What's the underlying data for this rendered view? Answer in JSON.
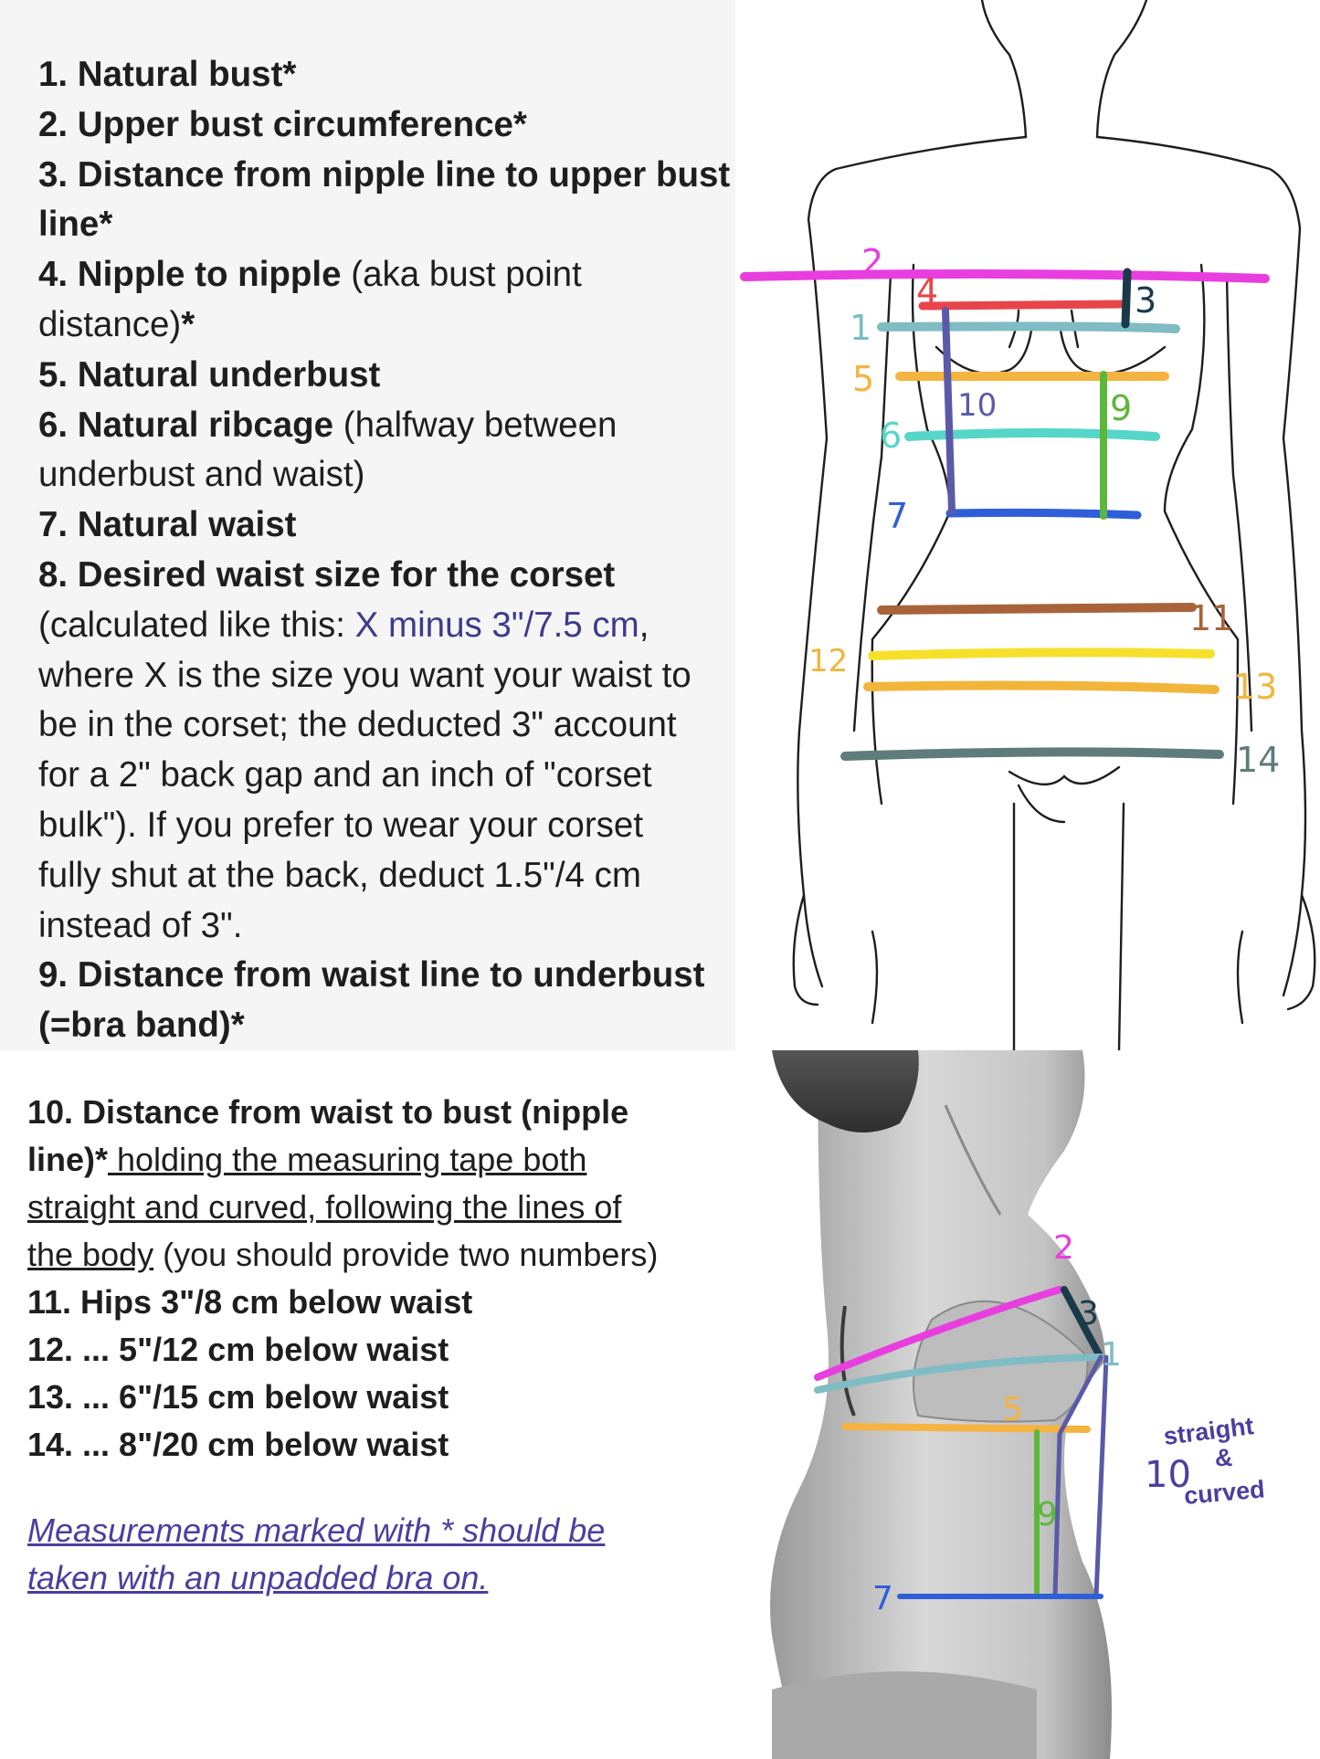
{
  "top_list": {
    "item1": "1. Natural bust*",
    "item2": "2. Upper bust circumference*",
    "item3_a": "3. Distance from nipple line to upper bust",
    "item3_b": "line*",
    "item4_bold": "4. Nipple to nipple",
    "item4_rest": " (aka bust point",
    "item4_b_rest": "distance)",
    "item4_b_star": "*",
    "item5": "5. Natural underbust",
    "item6_bold": "6. Natural ribcage",
    "item6_rest": " (halfway between",
    "item6_b": "underbust and waist)",
    "item7": "7. Natural waist",
    "item8": "8. Desired waist size for the corset",
    "item8_l2_a": "(calculated like this: ",
    "item8_l2_blue": "X minus 3\"/7.5 cm",
    "item8_l2_b": ",",
    "item8_l3": "where X is the size you want your waist to",
    "item8_l4": "be in the corset; the deducted 3\" account",
    "item8_l5": "for a 2\" back gap and an inch of \"corset",
    "item8_l6": "bulk\"). If you prefer to wear your corset",
    "item8_l7": "fully shut at the back, deduct 1.5\"/4 cm",
    "item8_l8": "instead of 3\".",
    "item9_a": "9. Distance from waist line to underbust",
    "item9_b": "(=bra band)*"
  },
  "bottom_list": {
    "item10_a": "10. Distance from waist to bust (nipple",
    "item10_b_bold": "line)*",
    "item10_b_ul": " holding the measuring tape both ",
    "item10_c_ul": "straight and curved, following the lines of ",
    "item10_d_ul": "the body",
    "item10_d_rest": " (you should provide two numbers)",
    "item11": "11. Hips 3\"/8 cm below waist",
    "item12": "12. ... 5\"/12 cm below waist",
    "item13": "13. ... 6\"/15 cm below waist",
    "item14": "14. ... 8\"/20 cm below waist"
  },
  "footnote": {
    "line1": "Measurements marked with * should be",
    "line2": "taken with an unpadded bra on."
  },
  "front_labels": {
    "l1": "1",
    "l2": "2",
    "l3": "3",
    "l4": "4",
    "l5": "5",
    "l6": "6",
    "l7": "7",
    "l9": "9",
    "l10": "10",
    "l11": "11",
    "l12": "12",
    "l13": "13",
    "l14": "14"
  },
  "side_labels": {
    "l1": "1",
    "l2": "2",
    "l3": "3",
    "l5": "5",
    "l7": "7",
    "l9": "9",
    "l10": "10",
    "straight": "straight",
    "amp": "&",
    "curved": "curved"
  },
  "colors": {
    "pink": "#e83ee0",
    "red": "#e8454b",
    "teal": "#7fbcc4",
    "orange": "#f5b342",
    "cyan": "#55d6c8",
    "blue": "#2f5fd8",
    "brown": "#a8633a",
    "yellow": "#f7e02c",
    "amber": "#f2b53c",
    "slate": "#5e7c7a",
    "purple": "#5a5aa8",
    "green": "#5cb83a",
    "navy": "#1a3a4a",
    "footnote": "#4a3fa0"
  }
}
